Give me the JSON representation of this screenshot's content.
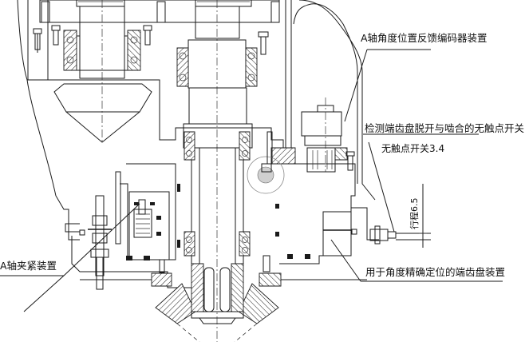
{
  "drawing": {
    "title": "A-axis rotary head cross-section",
    "colors": {
      "line": "#1a1a1a",
      "background": "#ffffff",
      "highlight_circle": "#d0d0d0"
    },
    "labels": {
      "encoder": "A轴角度位置反馈编码器装置",
      "switch_detect": "检测端齿盘脱开与啮合的无触点开关",
      "switch_ids": "无触点开关3.4",
      "stroke": "行程6.5",
      "clamp": "A轴夹紧装置",
      "toothed_disc": "用于角度精确定位的端齿盘装置"
    }
  }
}
